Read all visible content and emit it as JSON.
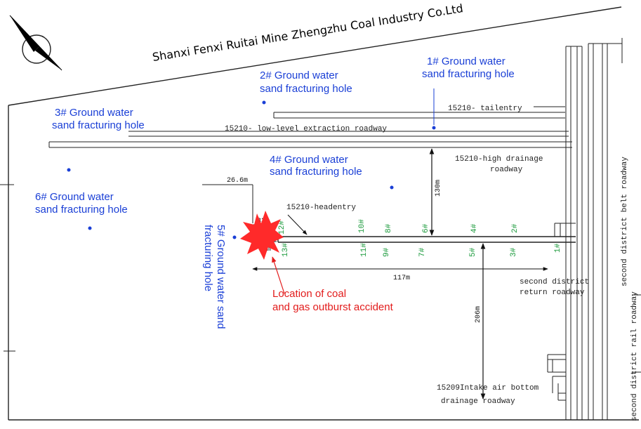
{
  "company": "Shanxi Fenxi Ruitai Mine Zhengzhu Coal Industry Co.Ltd",
  "holes": {
    "h1": [
      "1# Ground water",
      "sand fracturing hole"
    ],
    "h2": [
      "2# Ground water",
      "sand fracturing hole"
    ],
    "h3": [
      "3# Ground water",
      "sand fracturing hole"
    ],
    "h4": [
      "4# Ground water",
      "sand fracturing hole"
    ],
    "h5": [
      "5# Ground water sand",
      "fracturing hole"
    ],
    "h6": [
      "6# Ground water",
      "sand fracturing hole"
    ]
  },
  "roadways": {
    "tailentry": "15210- tailentry",
    "low_level": "15210- low-level extraction roadway",
    "high_drainage": [
      "15210-high drainage",
      "roadway"
    ],
    "headentry": "15210-headentry",
    "return": [
      "second district",
      "return roadway"
    ],
    "intake": [
      "15209Intake air bottom",
      "drainage roadway"
    ],
    "belt": "second district belt roadway",
    "rail": "second district rail roadway"
  },
  "dimensions": {
    "d26": "26.6m",
    "d33": "33m",
    "d37": "37m",
    "d117": "117m",
    "d130": "130m",
    "d206": "206m"
  },
  "boreholes_top": [
    "12#",
    "10#",
    "8#",
    "6#",
    "4#",
    "2#"
  ],
  "boreholes_bottom": [
    "13#",
    "11#",
    "9#",
    "7#",
    "5#",
    "3#",
    "1#"
  ],
  "accident": [
    "Location of coal",
    "and gas outburst accident"
  ],
  "colors": {
    "hole_text": "#1a3fd6",
    "borehole_text": "#1b9a3c",
    "accident_text": "#e21b1b",
    "burst": "#ff2a2a"
  }
}
